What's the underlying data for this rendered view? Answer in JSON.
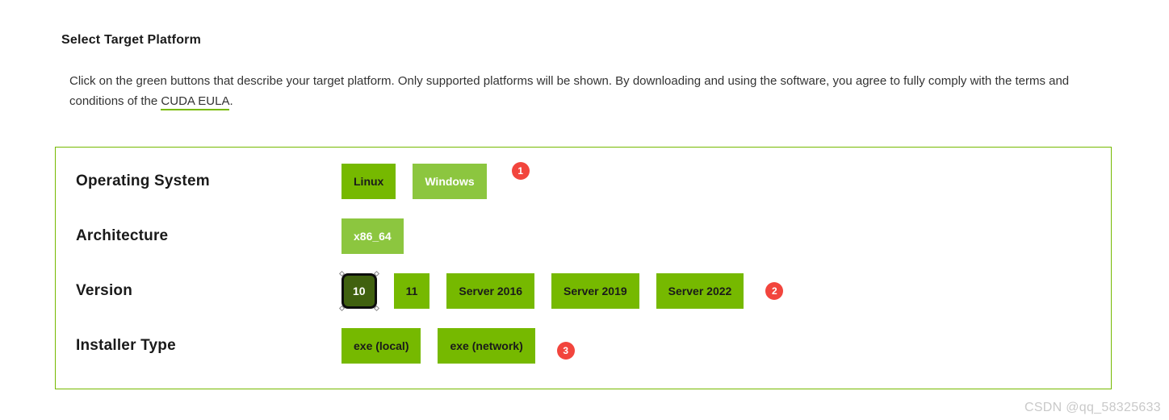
{
  "header": {
    "title": "Select Target Platform",
    "description_before_link": "Click on the green buttons that describe your target platform. Only supported platforms will be shown. By downloading and using the software, you agree to fully comply with the terms and conditions of the ",
    "description_link": "CUDA EULA",
    "description_after_link": "."
  },
  "selector": {
    "rows": [
      {
        "id": "operating-system",
        "label": "Operating System",
        "badge": "1",
        "options": [
          {
            "label": "Linux",
            "state": "default"
          },
          {
            "label": "Windows",
            "state": "selected"
          }
        ]
      },
      {
        "id": "architecture",
        "label": "Architecture",
        "badge": null,
        "options": [
          {
            "label": "x86_64",
            "state": "selected"
          }
        ]
      },
      {
        "id": "version",
        "label": "Version",
        "badge": "2",
        "options": [
          {
            "label": "10",
            "state": "highlighted"
          },
          {
            "label": "11",
            "state": "default"
          },
          {
            "label": "Server 2016",
            "state": "default"
          },
          {
            "label": "Server 2019",
            "state": "default"
          },
          {
            "label": "Server 2022",
            "state": "default"
          }
        ]
      },
      {
        "id": "installer-type",
        "label": "Installer Type",
        "badge": "3",
        "options": [
          {
            "label": "exe (local)",
            "state": "default"
          },
          {
            "label": "exe (network)",
            "state": "default"
          }
        ]
      }
    ]
  },
  "watermark": "CSDN @qq_58325633",
  "colors": {
    "nvidia_green": "#76b900",
    "selected_green": "#8cc63f",
    "highlight_dark_green": "#40610f",
    "badge_red": "#f2453d",
    "box_border_green": "#76b900",
    "link_underline_green": "#76b900"
  }
}
